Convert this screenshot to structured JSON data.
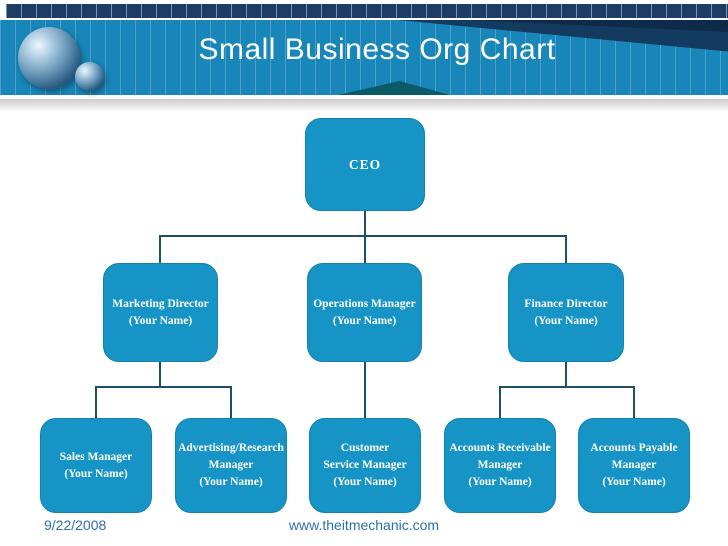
{
  "header": {
    "title": "Small Business Org Chart"
  },
  "footer": {
    "date": "9/22/2008",
    "website": "www.theitmechanic.com"
  },
  "org_chart": {
    "type": "org-tree",
    "nodes": {
      "ceo": {
        "label": "CEO"
      },
      "marketing": {
        "label": "Marketing Director\n(Your Name)"
      },
      "operations": {
        "label": "Operations Manager\n(Your Name)"
      },
      "finance": {
        "label": "Finance Director\n(Your Name)"
      },
      "sales": {
        "label": "Sales Manager\n(Your Name)"
      },
      "advertising": {
        "label": "Advertising/Research\nManager\n(Your Name)"
      },
      "customer_service": {
        "label": "Customer\nService Manager\n(Your Name)"
      },
      "accounts_receivable": {
        "label": "Accounts Receivable\nManager\n(Your Name)"
      },
      "accounts_payable": {
        "label": "Accounts Payable\nManager\n(Your Name)"
      }
    },
    "edges": [
      [
        "ceo",
        "marketing"
      ],
      [
        "ceo",
        "operations"
      ],
      [
        "ceo",
        "finance"
      ],
      [
        "marketing",
        "sales"
      ],
      [
        "marketing",
        "advertising"
      ],
      [
        "operations",
        "customer_service"
      ],
      [
        "finance",
        "accounts_receivable"
      ],
      [
        "finance",
        "accounts_payable"
      ]
    ]
  },
  "colors": {
    "node_fill": "#1794c6",
    "connector": "#1d4f66",
    "header_band": "#1886b9",
    "header_top_strip": "#1e3c64",
    "header_wedge": "#133b5f",
    "footer_text": "#2d70ad",
    "title_text": "#ffffff"
  }
}
